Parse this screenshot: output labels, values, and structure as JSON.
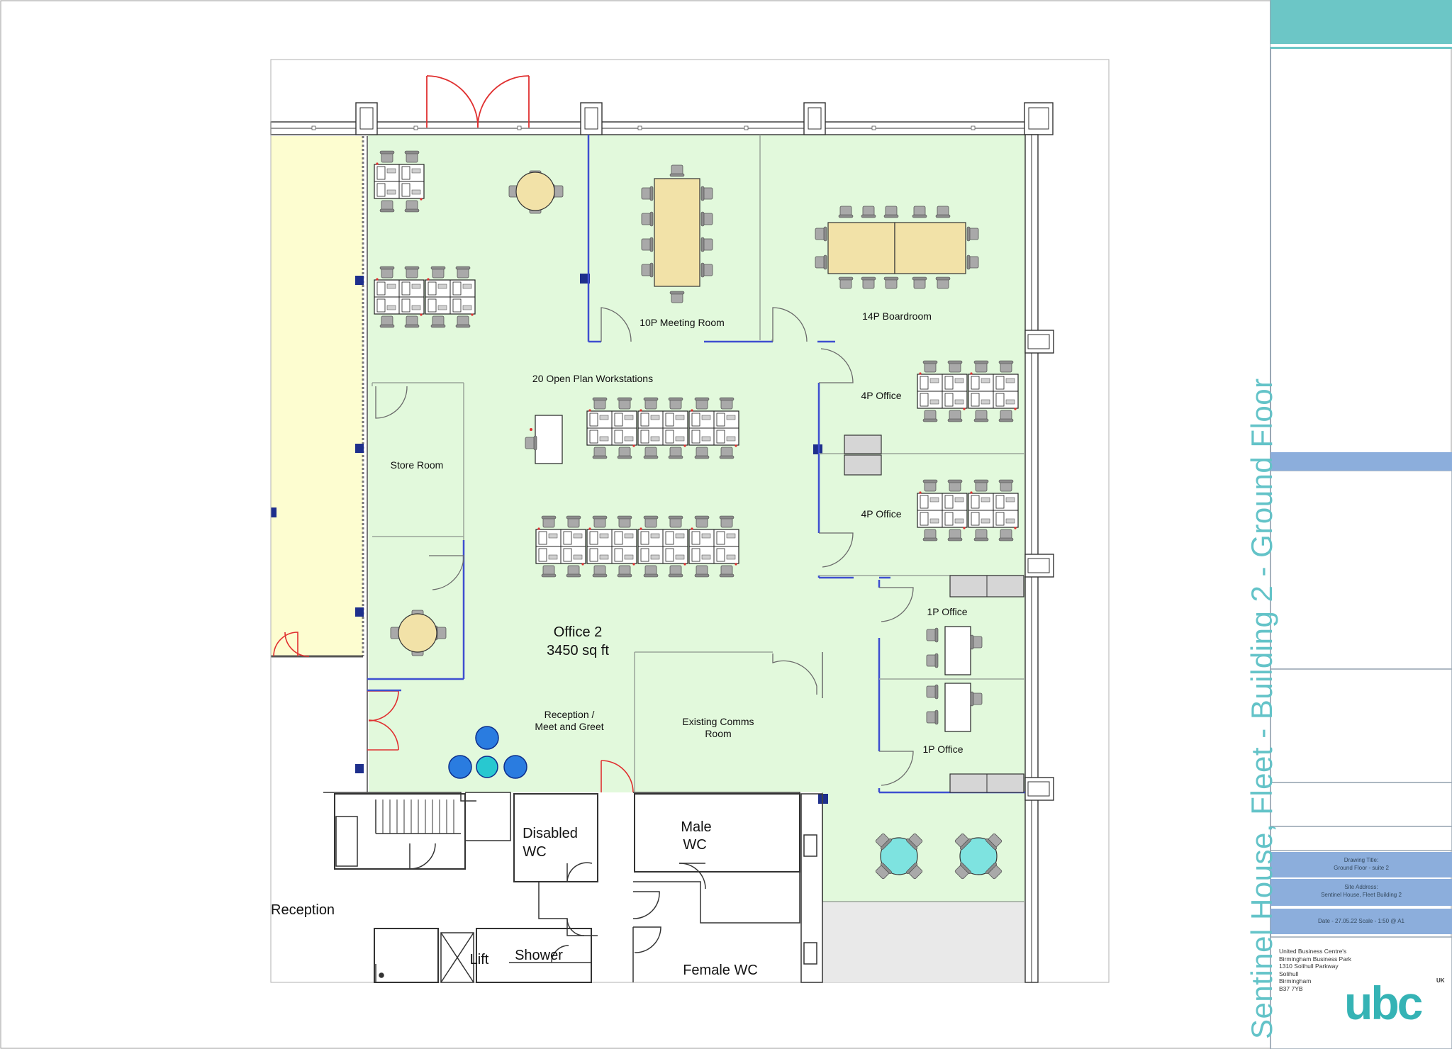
{
  "rooms": {
    "meeting_room": "10P Meeting Room",
    "boardroom": "14P Boardroom",
    "open_plan": "20 Open Plan Workstations",
    "office_4p_a": "4P Office",
    "office_4p_b": "4P Office",
    "store_room": "Store Room",
    "office2_name": "Office 2",
    "office2_area": "3450 sq ft",
    "office_1p_a": "1P Office",
    "office_1p_b": "1P Office",
    "reception_line1": "Reception /",
    "reception_line2": "Meet and Greet",
    "comms_line1": "Existing Comms",
    "comms_line2": "Room",
    "disabled_line1": "Disabled",
    "disabled_line2": "WC",
    "male_line1": "Male",
    "male_line2": "WC",
    "female": "Female WC",
    "lift": "Lift",
    "shower": "Shower",
    "reception_main": "Reception"
  },
  "title_block": {
    "vertical_title": "Sentinel House, Fleet  -  Building 2  - Ground Floor",
    "drawing_title_label": "Drawing Title:",
    "drawing_title": "Ground Floor - suite 2",
    "site_address_label": "Site Address:",
    "site_address": "Sentinel House, Fleet Building 2",
    "date_scale": "Date - 27.05.22 Scale - 1:50 @ A1",
    "address": [
      "United Business Centre's",
      "Birmingham Business Park",
      "1310 Solihull Parkway",
      "Solihull",
      "Birmingham",
      "B37 7YB"
    ],
    "logo": "ubc",
    "logo_suffix": "UK"
  },
  "colors": {
    "office_fill": "#e2f9dc",
    "corridor_fill": "#fdfdd0",
    "table_fill": "#f2e2a8",
    "wall_blue": "#3e4fd0",
    "door_red": "#e03030",
    "accent_teal": "#6cc6c6",
    "accent_blue": "#8caedc"
  }
}
